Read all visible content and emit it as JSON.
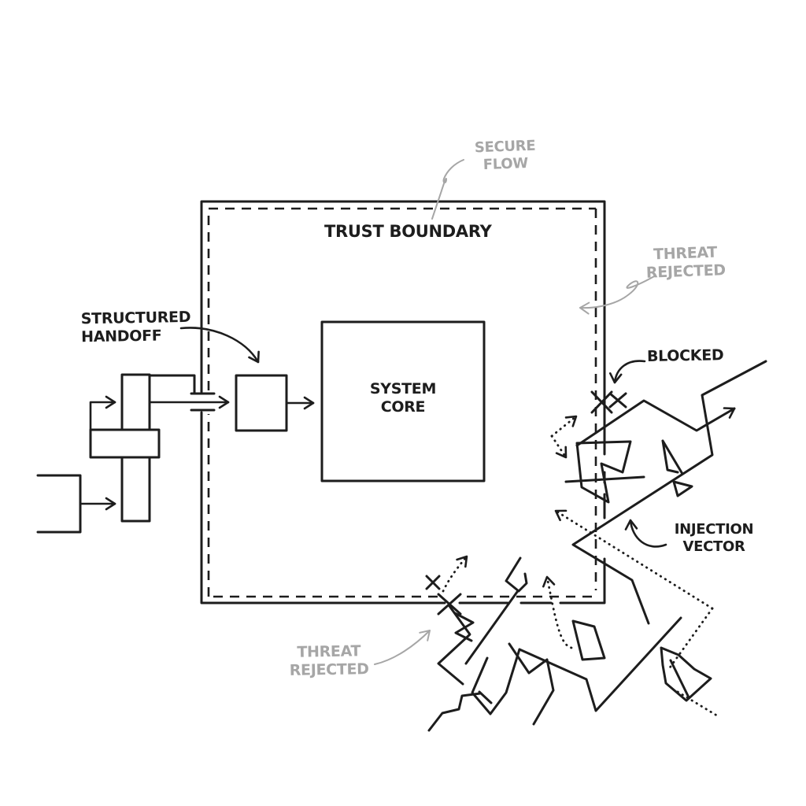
{
  "diagram": {
    "type": "hand-drawn security sketch",
    "colors": {
      "ink": "#1d1d1d",
      "annotation_gray": "#a6a6a6",
      "background": "#ffffff"
    },
    "labels": {
      "secure_flow": [
        "SECURE",
        "FLOW"
      ],
      "trust_boundary": "TRUST BOUNDARY",
      "structured_handoff": [
        "STRUCTURED",
        "HANDOFF"
      ],
      "system_core": [
        "SYSTEM",
        "CORE"
      ],
      "threat_rejected_top": [
        "THREAT",
        "REJECTED"
      ],
      "blocked": "BLOCKED",
      "injection_vector": [
        "INJECTION",
        "VECTOR"
      ],
      "threat_rejected_bottom": [
        "THREAT",
        "REJECTED"
      ]
    }
  }
}
